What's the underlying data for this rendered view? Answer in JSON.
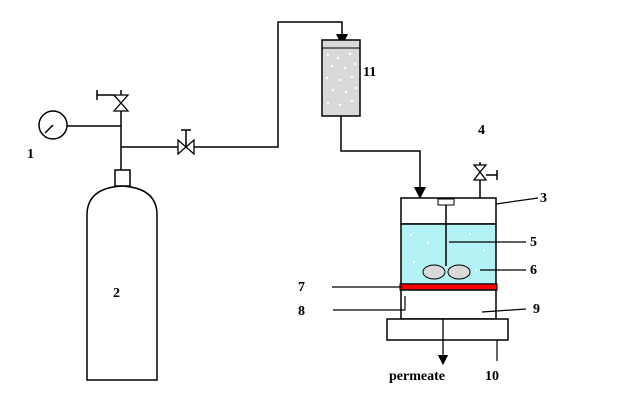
{
  "labels": {
    "gauge": "1",
    "cylinder": "2",
    "cell_lid": "3",
    "vent_valve": "4",
    "stirrer_rod": "5",
    "liquid": "6",
    "membrane": "7",
    "support": "8",
    "cell_base": "9",
    "base_plate": "10",
    "reservoir": "11",
    "permeate": "permeate"
  },
  "colors": {
    "line": "#000000",
    "cylinder_fill": "#ffffff",
    "liquid": "#b3f2f5",
    "membrane": "#ff0000",
    "reservoir_fill": "#d9d9d9",
    "paddle": "#d9d9d9"
  }
}
